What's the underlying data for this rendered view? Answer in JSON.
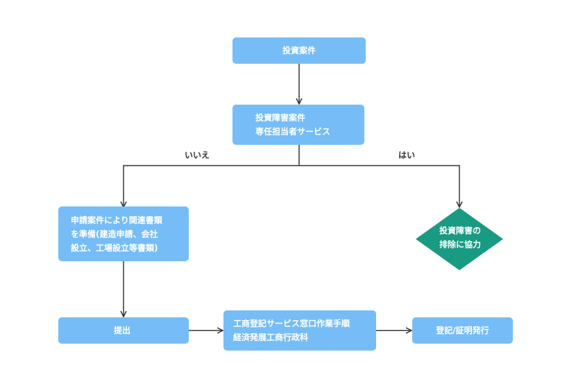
{
  "nodes": {
    "investment_case": {
      "lines": [
        "投資案件"
      ]
    },
    "obstacle_service": {
      "lines": [
        "投資障害案件",
        "専任担当者サービス"
      ]
    },
    "prepare_documents": {
      "lines": [
        "申請案件により関連書類",
        "を準備(建造申請、会社",
        "設立、工場設立等書類)"
      ]
    },
    "submit": {
      "lines": [
        "提出"
      ]
    },
    "registration_window": {
      "lines": [
        "工商登記サービス窓口作業手順",
        "経済発展工商行政科"
      ]
    },
    "issue_certificate": {
      "lines": [
        "登記/証明発行"
      ]
    },
    "remove_obstacle": {
      "lines": [
        "投資障害の",
        "排除に協力"
      ]
    }
  },
  "edge_labels": {
    "no": "いいえ",
    "yes": "はい"
  },
  "colors": {
    "box": "#76bdf7",
    "diamond": "#199a82",
    "line": "#333333",
    "text_on_shape": "#ffffff"
  }
}
